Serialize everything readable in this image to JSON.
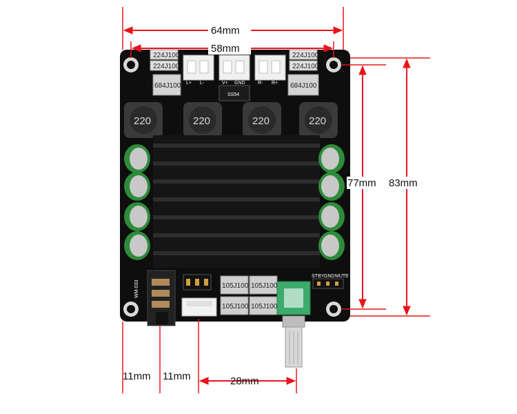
{
  "product": {
    "model_label": "WM-033",
    "inductor_label": "220",
    "cap_label_top": "684J100",
    "cap_label_bottom": "105J100",
    "diode_label": "SS54",
    "connector_labels": [
      "L+",
      "L-",
      "V+",
      "GND",
      "R-",
      "R+"
    ],
    "header_labels": [
      "STBY",
      "GND",
      "MUTE"
    ],
    "small_labels": [
      "224J100",
      "224J100",
      "224J100",
      "224J100"
    ]
  },
  "dimensions": {
    "width_total": "64mm",
    "hole_spacing_x": "58mm",
    "hole_spacing_y": "77mm",
    "height_total": "83mm",
    "jack_offset": "11mm",
    "header_offset": "11mm",
    "pot_offset": "28mm"
  },
  "colors": {
    "dimension_line": "#e8141b",
    "board": "#111111",
    "heatsink": "#1a1a1a",
    "capacitor": "#2e8b3a",
    "potentiometer_base": "#3cab6c"
  }
}
